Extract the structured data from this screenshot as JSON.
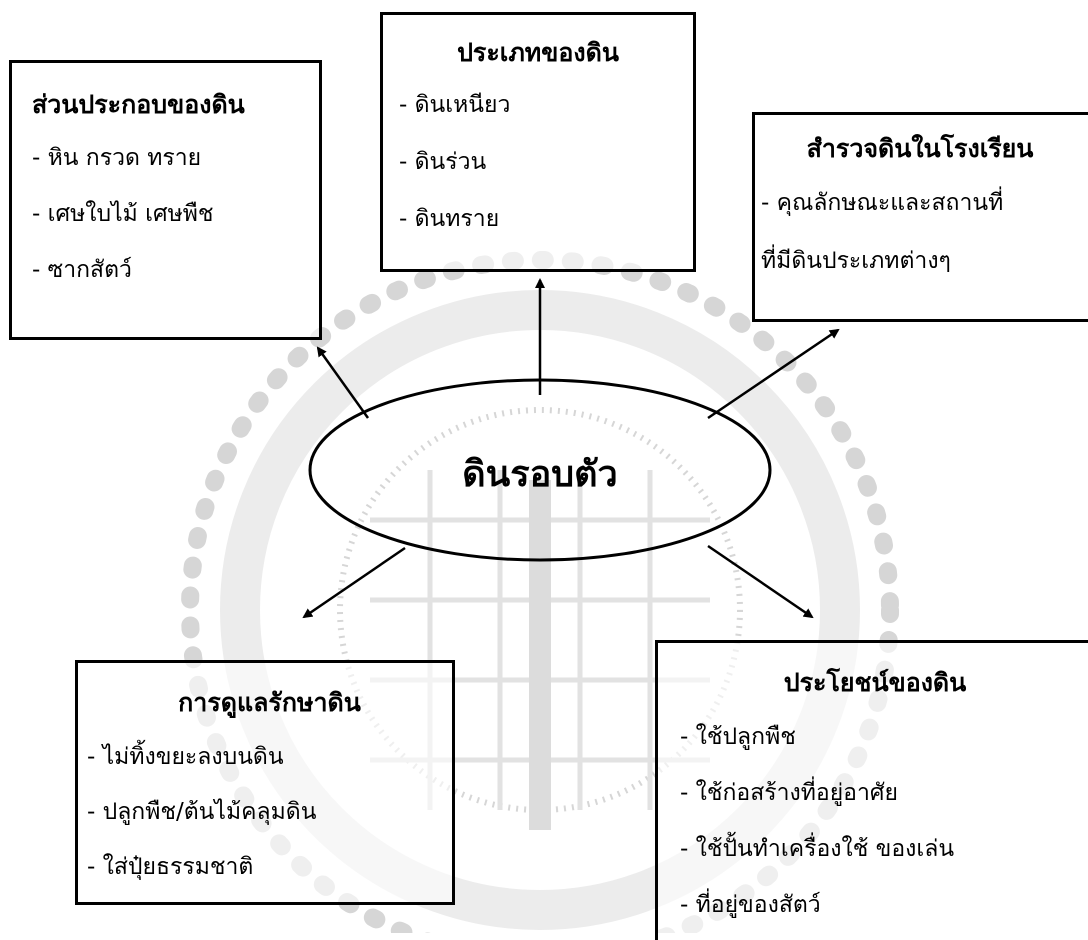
{
  "center": {
    "label": "ดินรอบตัว"
  },
  "components": {
    "title": "ส่วนประกอบของดิน",
    "items": [
      "- หิน กรวด ทราย",
      "- เศษใบไม้ เศษพืช",
      "- ซากสัตว์"
    ]
  },
  "types": {
    "title": "ประเภทของดิน",
    "items": [
      "-  ดินเหนียว",
      "-  ดินร่วน",
      "-  ดินทราย"
    ]
  },
  "survey": {
    "title": "สำรวจดินในโรงเรียน",
    "items": [
      "- คุณลักษณะและสถานที่",
      "ที่มีดินประเภทต่างๆ"
    ]
  },
  "care": {
    "title": "การดูแลรักษาดิน",
    "items": [
      "- ไม่ทิ้งขยะลงบนดิน",
      "- ปลูกพืช/ต้นไม้คลุมดิน",
      "- ใส่ปุ๋ยธรรมชาติ"
    ]
  },
  "benefits": {
    "title": "ประโยชน์ของดิน",
    "items": [
      "- ใช้ปลูกพืช",
      "- ใช้ก่อสร้างที่อยู่อาศัย",
      "- ใช้ปั้นทำเครื่องใช้  ของเล่น",
      "- ที่อยู่ของสัตว์"
    ]
  },
  "colors": {
    "line": "#000000",
    "watermark": "#d0d0d0"
  }
}
